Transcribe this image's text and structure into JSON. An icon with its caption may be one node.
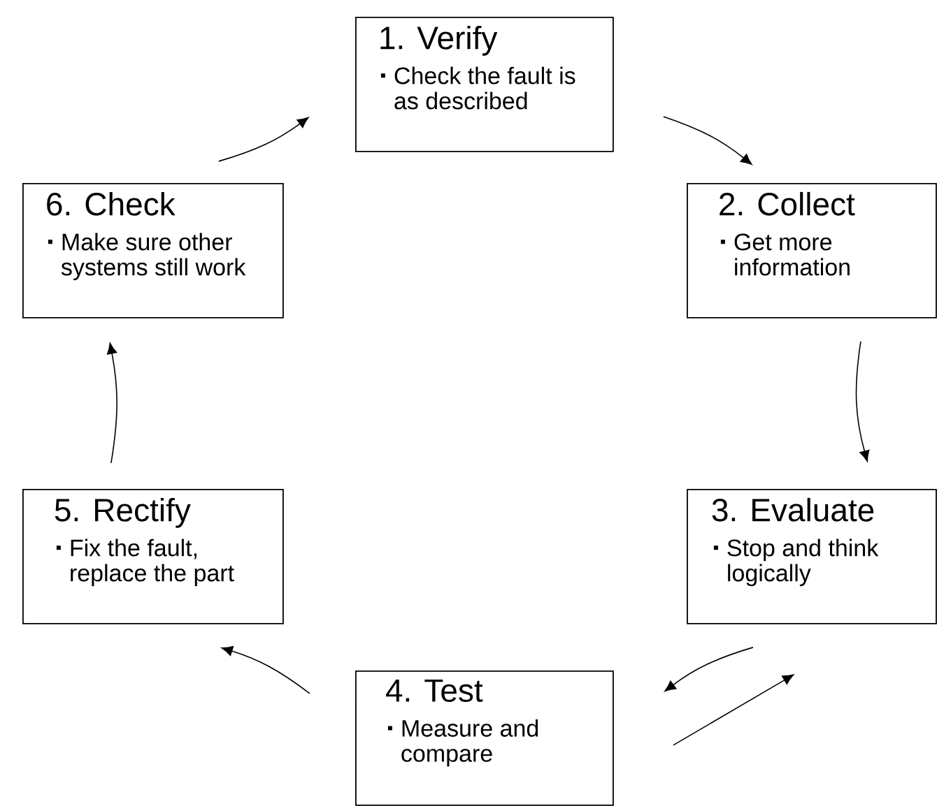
{
  "diagram": {
    "nodes": [
      {
        "text": [
          "1. Verify",
          "Check the fault is as described"
        ]
      },
      {
        "text": [
          "2. Collect",
          "Get more information"
        ]
      },
      {
        "text": [
          "3. Evaluate",
          "Stop and think logically"
        ]
      },
      {
        "text": [
          "4. Test",
          "Measure and compare"
        ]
      },
      {
        "text": [
          "5. Rectify",
          "Fix the fault, replace the part"
        ]
      },
      {
        "text": [
          "6. Check",
          "Make sure other systems still work"
        ]
      }
    ],
    "edges": [
      {
        "from": 0,
        "to": 1,
        "arrow": "to"
      },
      {
        "from": 1,
        "to": 2,
        "arrow": "to"
      },
      {
        "from": 2,
        "to": 3,
        "arrow": "to"
      },
      {
        "from": 3,
        "to": 2,
        "arrow": "to"
      },
      {
        "from": 3,
        "to": 4,
        "arrow": "to"
      },
      {
        "from": 4,
        "to": 5,
        "arrow": "to"
      },
      {
        "from": 5,
        "to": 0,
        "arrow": "to"
      }
    ]
  }
}
